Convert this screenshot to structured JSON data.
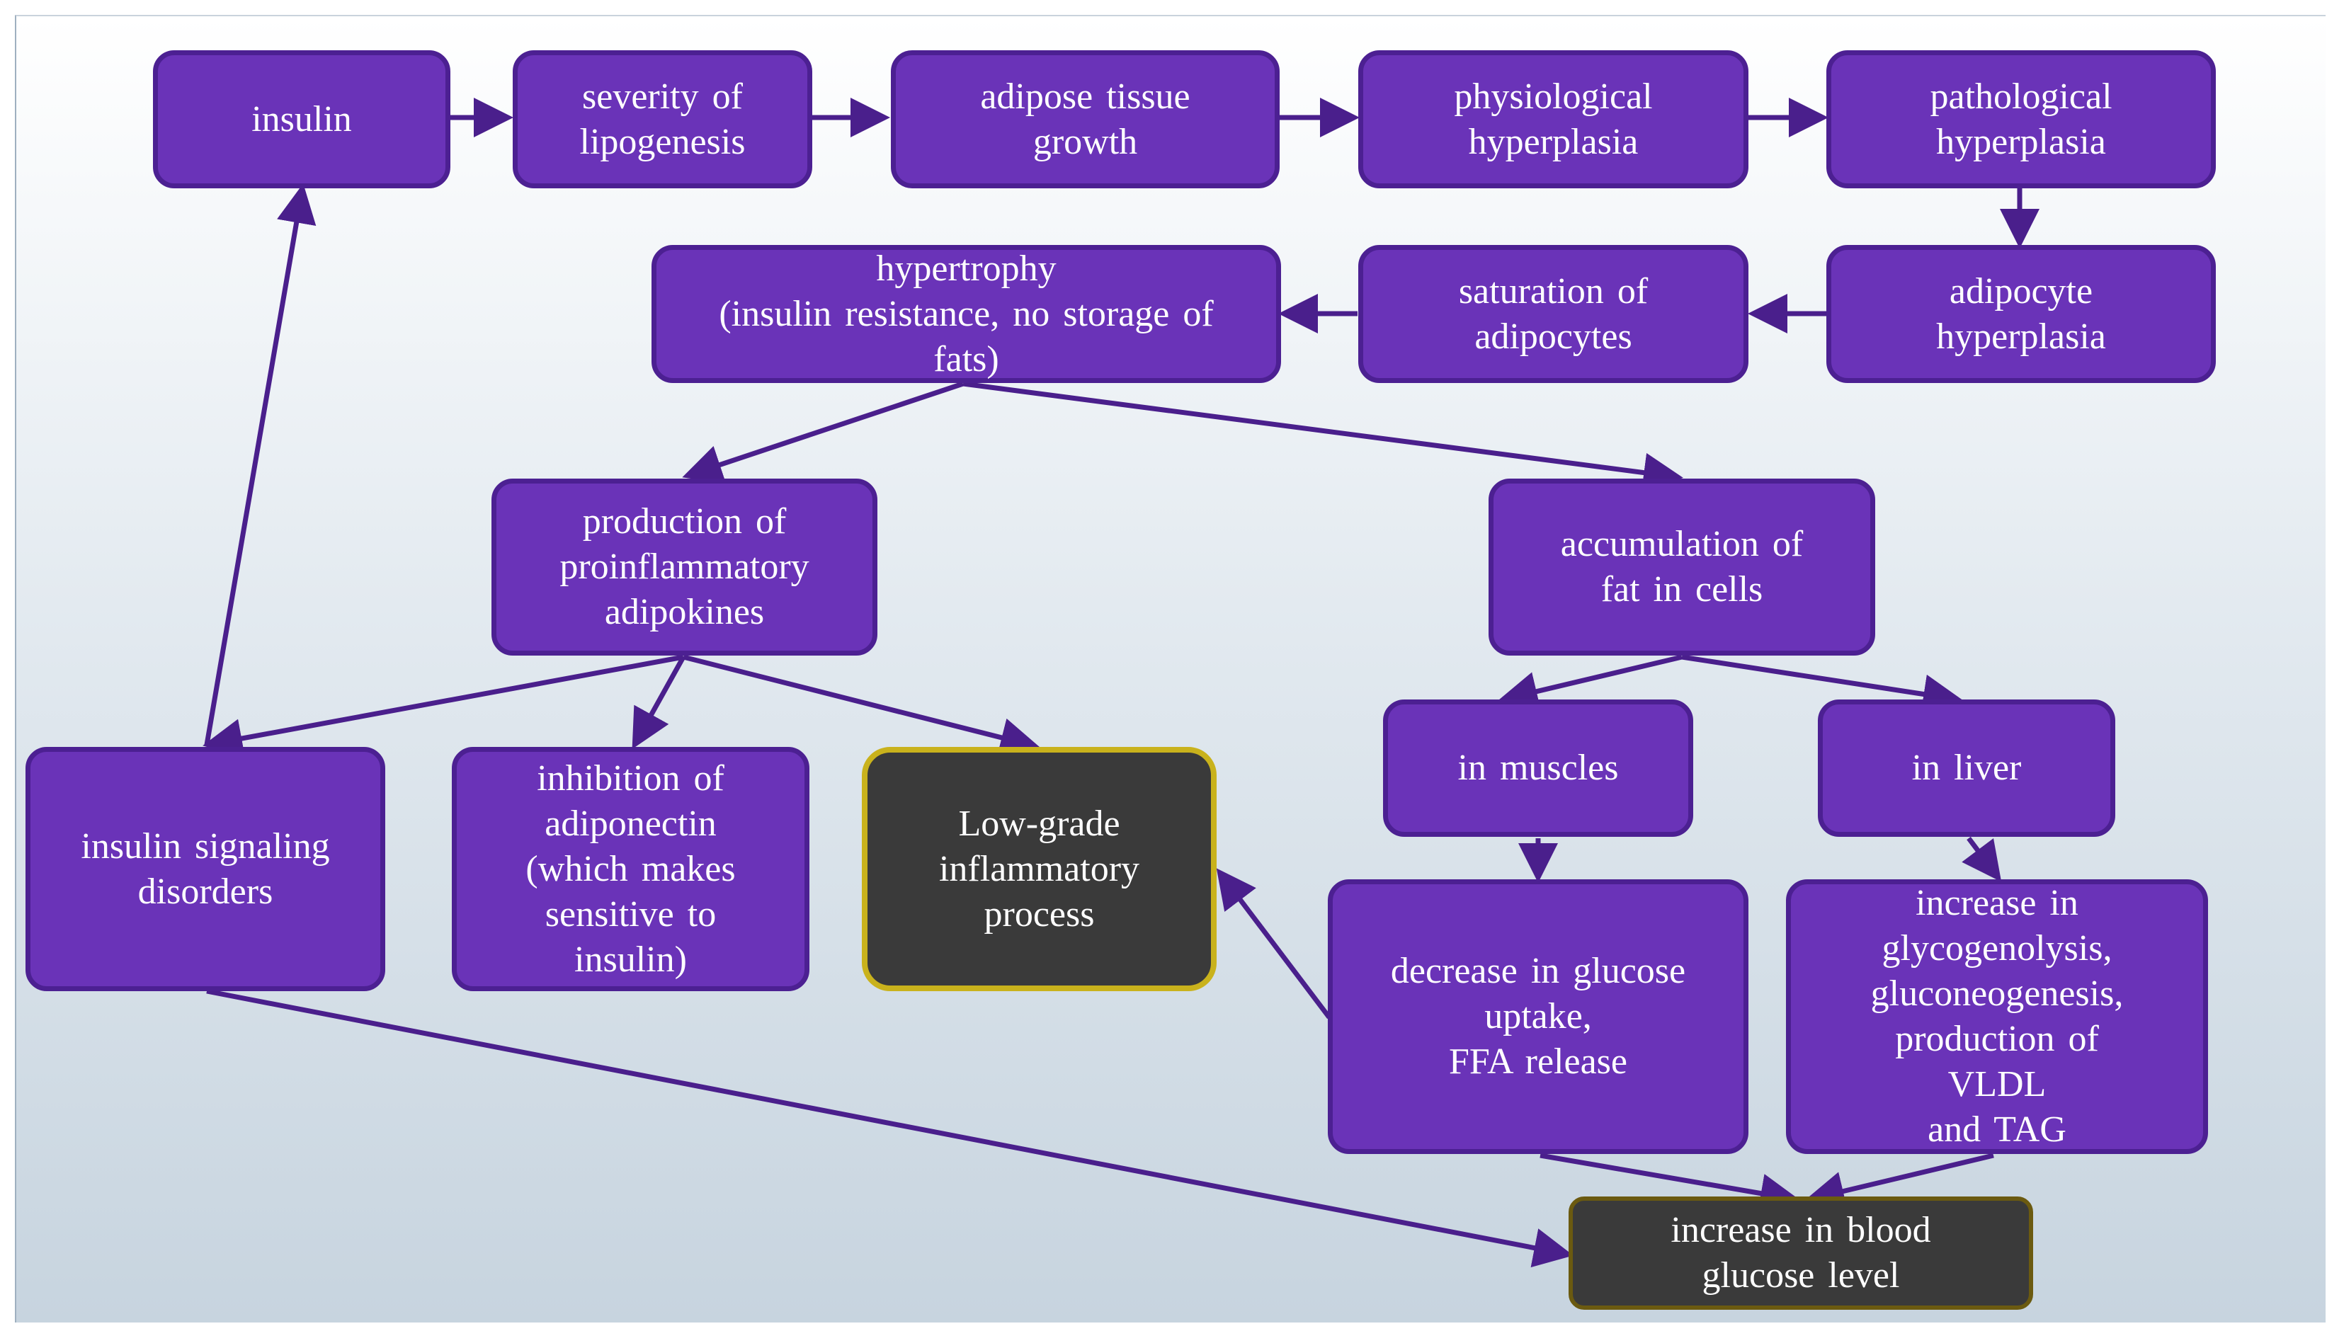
{
  "diagram": {
    "nodes": {
      "insulin": "insulin",
      "severity_lipogenesis": "severity of\nlipogenesis",
      "adipose_tissue_growth": "adipose tissue\ngrowth",
      "physiological_hyperplasia": "physiological\nhyperplasia",
      "pathological_hyperplasia": "pathological\nhyperplasia",
      "adipocyte_hyperplasia": "adipocyte\nhyperplasia",
      "saturation_adipocytes": "saturation of\nadipocytes",
      "hypertrophy": "hypertrophy\n(insulin resistance, no storage of\nfats)",
      "proinflammatory_adipokines": "production of\nproinflammatory\nadipokines",
      "accumulation_fat": "accumulation of\nfat in cells",
      "insulin_signaling_disorders": "insulin signaling\ndisorders",
      "inhibition_adiponectin": "inhibition of\nadiponectin\n(which makes\nsensitive to\ninsulin)",
      "low_grade_inflammatory": "Low-grade\ninflammatory\nprocess",
      "in_muscles": "in muscles",
      "in_liver": "in liver",
      "decrease_glucose_uptake": "decrease in glucose\nuptake,\nFFA release",
      "increase_glycogenolysis": "increase in\nglycogenolysis,\ngluconeogenesis,\nproduction of\nVLDL\nand TAG",
      "increase_blood_glucose": "increase in blood\nglucose level"
    },
    "colors": {
      "node_fill": "#6a33b8",
      "node_border": "#4c2092",
      "highlight_fill": "#3a3a3a",
      "highlight_border": "#c9b21c",
      "arrow": "#4a1f8c",
      "text": "#ffffff"
    }
  }
}
